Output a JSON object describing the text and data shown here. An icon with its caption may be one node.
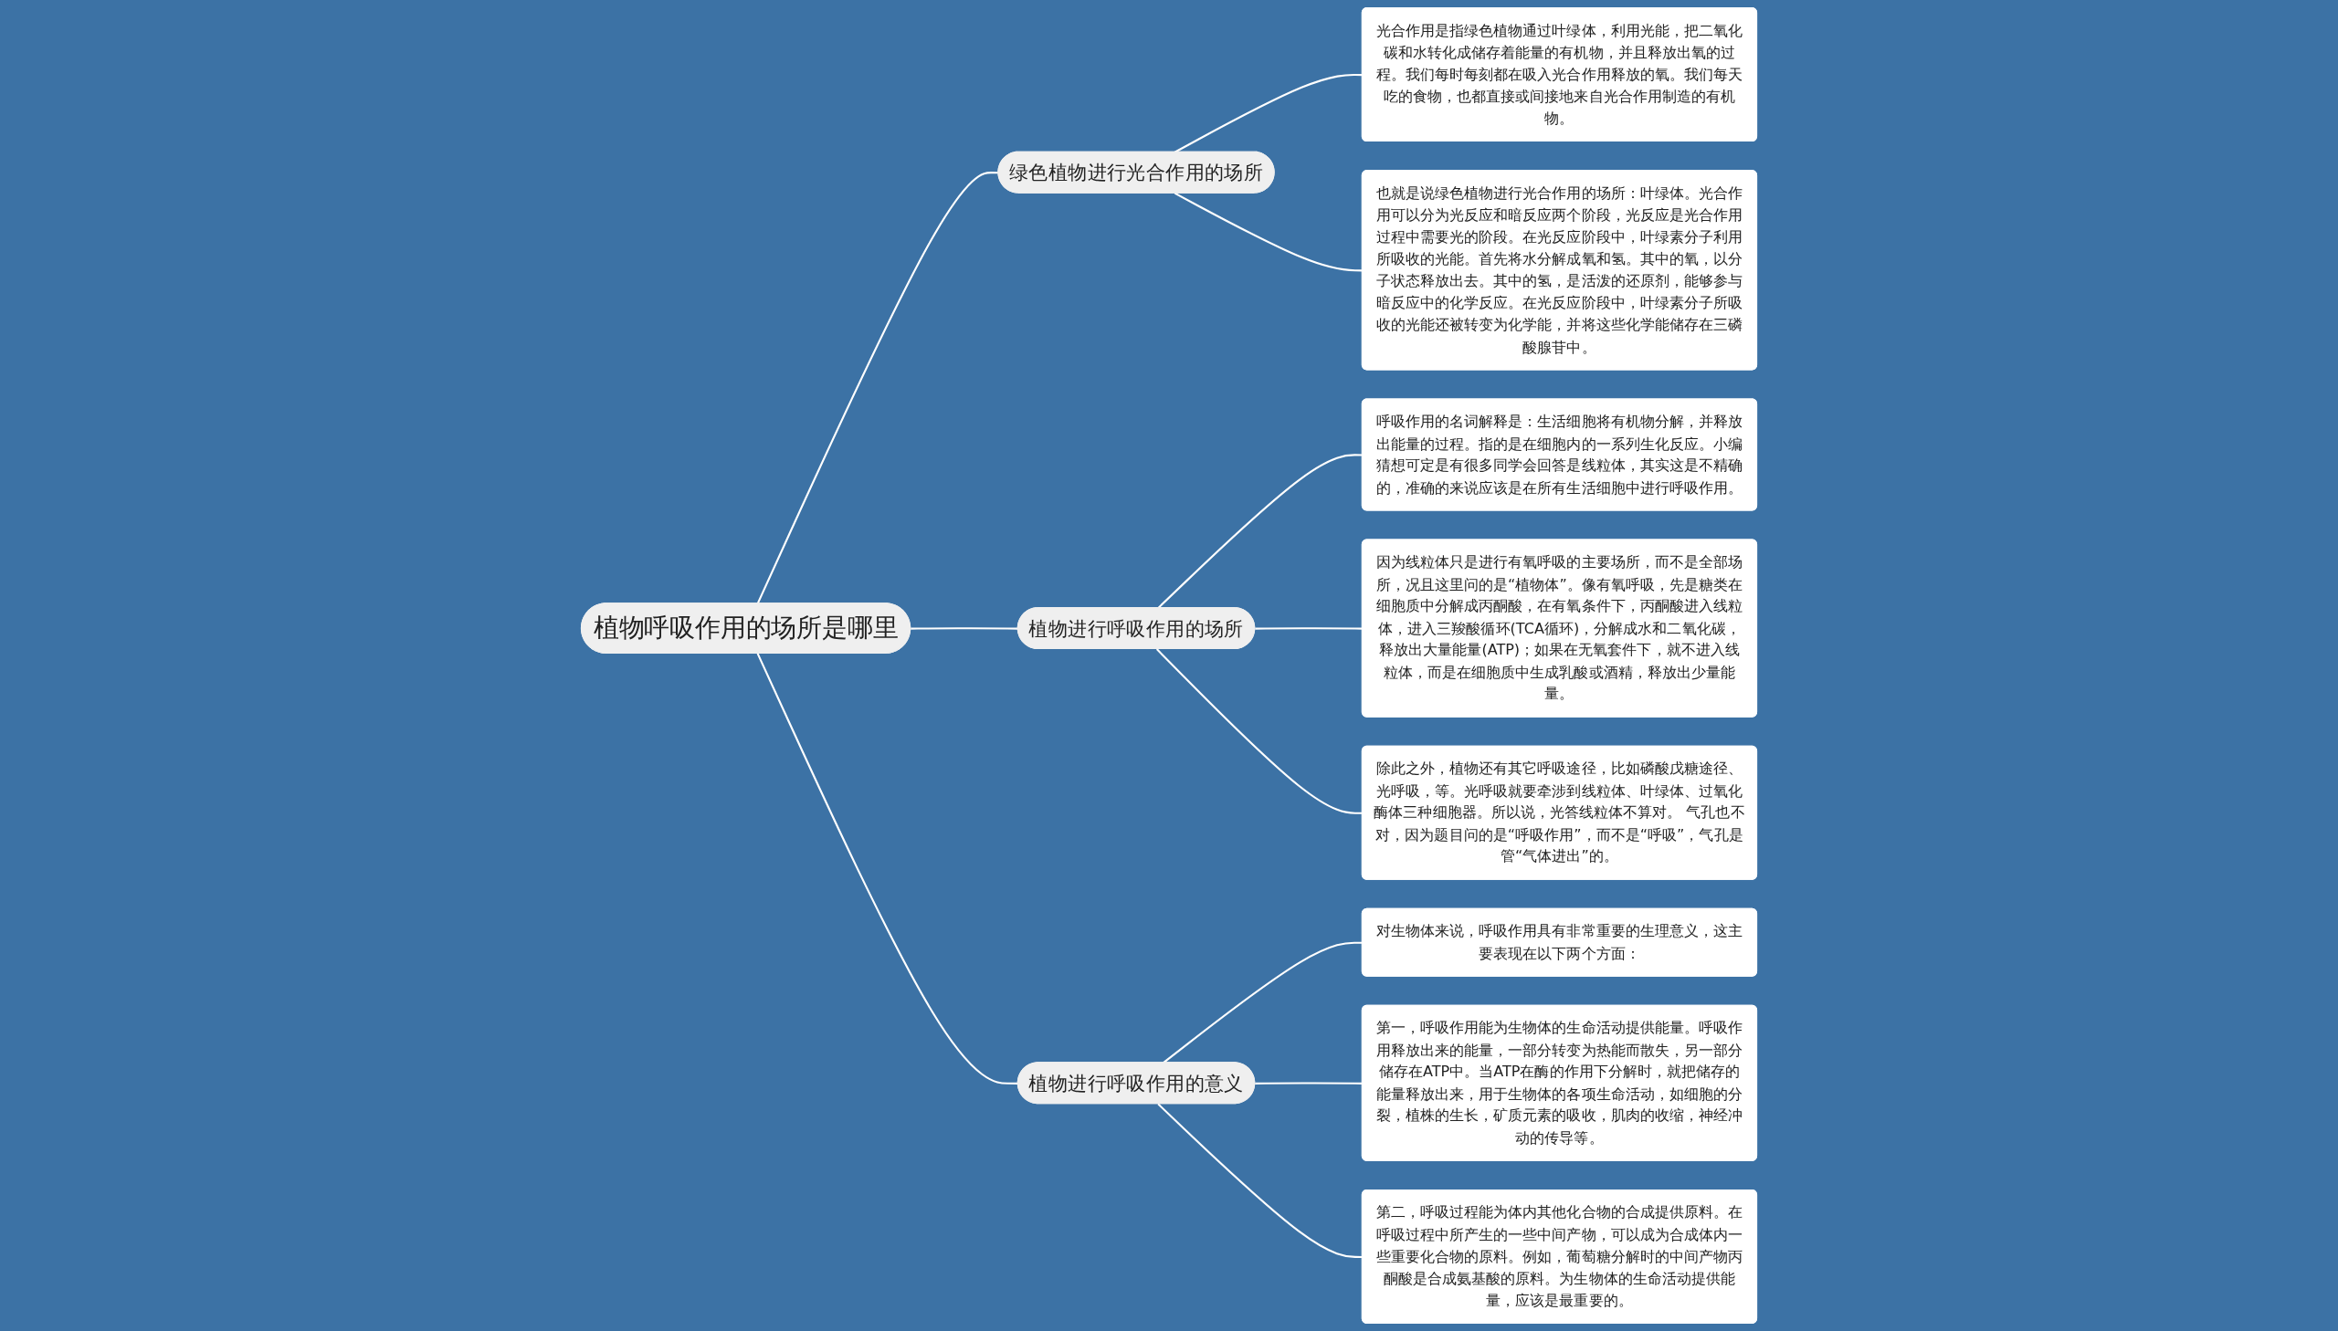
{
  "diagram": {
    "nodes": [
      {
        "text": [
          "植物呼吸作用的场所是哪里"
        ]
      },
      {
        "text": [
          "绿色植物进行光合作用的场所"
        ]
      },
      {
        "text": [
          "光合作用是指绿色植物通过叶绿体，利用光能，把二氧化碳和水转化成储存着能量的有机物，并且释放出氧的过程。我们每时每刻都在吸入光合作用释放的氧。我们每天吃的食物，也都直接或间接地来自光合作用制造的有机物。"
        ]
      },
      {
        "text": [
          "也就是说绿色植物进行光合作用的场所：叶绿体。光合作用可以分为光反应和暗反应两个阶段，光反应是光合作用过程中需要光的阶段。在光反应阶段中，叶绿素分子利用所吸收的光能。首先将水分解成氧和氢。其中的氧，以分子状态释放出去。其中的氢，是活泼的还原剂，能够参与暗反应中的化学反应。在光反应阶段中，叶绿素分子所吸收的光能还被转变为化学能，并将这些化学能储存在三磷酸腺苷中。"
        ]
      },
      {
        "text": [
          "植物进行呼吸作用的场所"
        ]
      },
      {
        "text": [
          "呼吸作用的名词解释是：生活细胞将有机物分解，并释放出能量的过程。指的是在细胞内的一系列生化反应。小编猜想可定是有很多同学会回答是线粒体，其实这是不精确的，准确的来说应该是在所有生活细胞中进行呼吸作用。"
        ]
      },
      {
        "text": [
          "因为线粒体只是进行有氧呼吸的主要场所，而不是全部场所，况且这里问的是“植物体”。像有氧呼吸，先是糖类在细胞质中分解成丙酮酸，在有氧条件下，丙酮酸进入线粒体，进入三羧酸循环(TCA循环)，分解成水和二氧化碳，释放出大量能量(ATP)；如果在无氧套件下，就不进入线粒体，而是在细胞质中生成乳酸或酒精，释放出少量能量。"
        ]
      },
      {
        "text": [
          "除此之外，植物还有其它呼吸途径，比如磷酸戊糖途径、光呼吸，等。光呼吸就要牵涉到线粒体、叶绿体、过氧化酶体三种细胞器。所以说，光答线粒体不算对。 气孔也不对，因为题目问的是“呼吸作用”，而不是“呼吸”，气孔是管“气体进出”的。"
        ]
      },
      {
        "text": [
          "植物进行呼吸作用的意义"
        ]
      },
      {
        "text": [
          "对生物体来说，呼吸作用具有非常重要的生理意义，这主要表现在以下两个方面："
        ]
      },
      {
        "text": [
          "第一，呼吸作用能为生物体的生命活动提供能量。呼吸作用释放出来的能量，一部分转变为热能而散失，另一部分储存在ATP中。当ATP在酶的作用下分解时，就把储存的能量释放出来，用于生物体的各项生命活动，如细胞的分裂，植株的生长，矿质元素的吸收，肌肉的收缩，神经冲动的传导等。"
        ]
      },
      {
        "text": [
          "第二，呼吸过程能为体内其他化合物的合成提供原料。在呼吸过程中所产生的一些中间产物，可以成为合成体内一些重要化合物的原料。例如，葡萄糖分解时的中间产物丙酮酸是合成氨基酸的原料。为生物体的生命活动提供能量，应该是最重要的。"
        ]
      }
    ],
    "edges": [
      {
        "from": 0,
        "to": 1,
        "arrow": "none"
      },
      {
        "from": 1,
        "to": 2,
        "arrow": "none"
      },
      {
        "from": 1,
        "to": 3,
        "arrow": "none"
      },
      {
        "from": 0,
        "to": 4,
        "arrow": "none"
      },
      {
        "from": 4,
        "to": 5,
        "arrow": "none"
      },
      {
        "from": 4,
        "to": 6,
        "arrow": "none"
      },
      {
        "from": 4,
        "to": 7,
        "arrow": "none"
      },
      {
        "from": 0,
        "to": 8,
        "arrow": "none"
      },
      {
        "from": 8,
        "to": 9,
        "arrow": "none"
      },
      {
        "from": 8,
        "to": 10,
        "arrow": "none"
      },
      {
        "from": 8,
        "to": 11,
        "arrow": "none"
      }
    ]
  }
}
